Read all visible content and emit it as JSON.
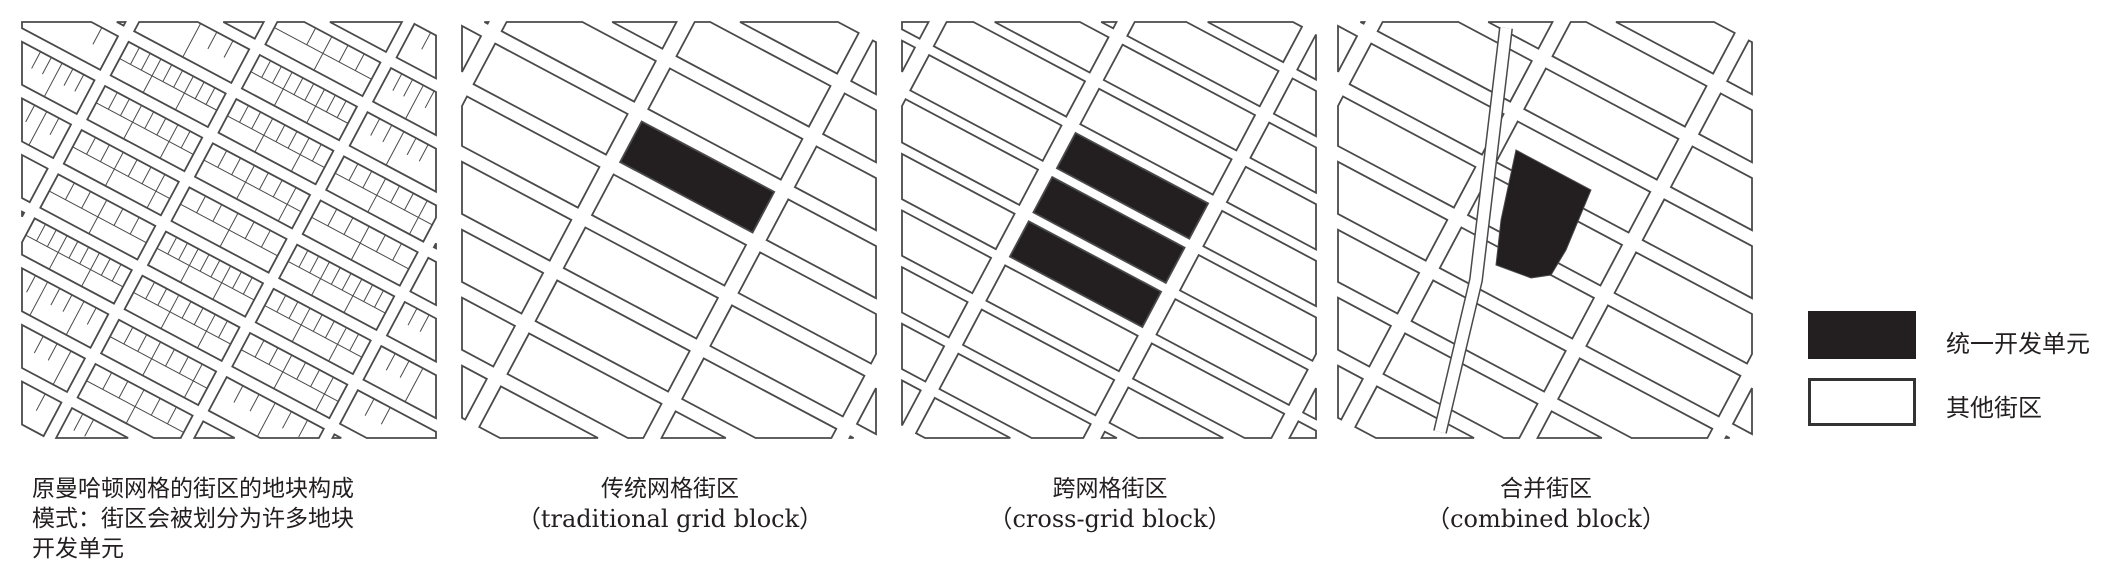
{
  "panels": [
    {
      "caption_lines": [
        "原曼哈顿网格的街区的地块构成",
        "模式：街区会被划分为许多地块",
        "开发单元"
      ]
    },
    {
      "caption_cn": "传统网格街区",
      "caption_en": "（traditional grid block）"
    },
    {
      "caption_cn": "跨网格街区",
      "caption_en": "（cross-grid block）"
    },
    {
      "caption_cn": "合并街区",
      "caption_en": "（combined block）"
    }
  ],
  "legend": [
    {
      "label": "统一开发单元",
      "color": "#231f20"
    },
    {
      "label": "其他街区",
      "color": "#ffffff"
    }
  ],
  "colors": {
    "line": "#4a4a4a",
    "fill": "#231f20"
  }
}
